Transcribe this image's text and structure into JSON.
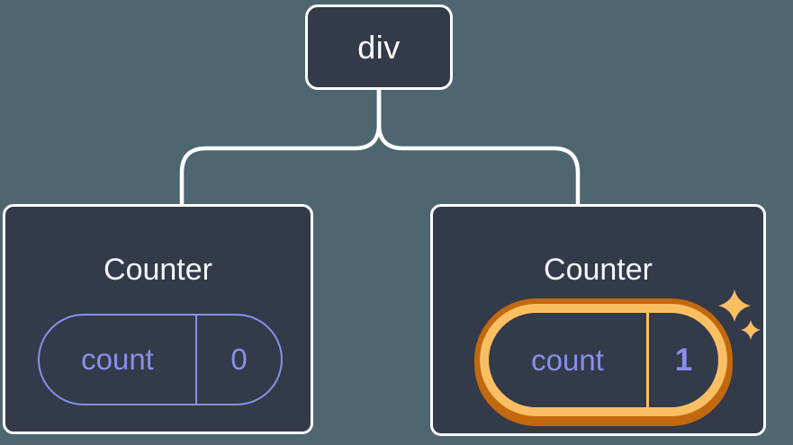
{
  "diagram": {
    "description": "component tree with root div and two Counter children",
    "root": {
      "label": "div"
    },
    "children": [
      {
        "title": "Counter",
        "state": {
          "key": "count",
          "value": "0"
        },
        "highlighted": false
      },
      {
        "title": "Counter",
        "state": {
          "key": "count",
          "value": "1"
        },
        "highlighted": true
      }
    ]
  },
  "icons": {
    "sparkles": "sparkles-icon (two four-pointed stars marking updated state)"
  },
  "colors": {
    "bg": "#4D6670",
    "card": "#333A49",
    "card-border": "#FFFFFF",
    "purple": "#8790EA",
    "orange": "#FBBF63",
    "orange-dark": "#C2690F",
    "title": "#F6F7F9"
  }
}
